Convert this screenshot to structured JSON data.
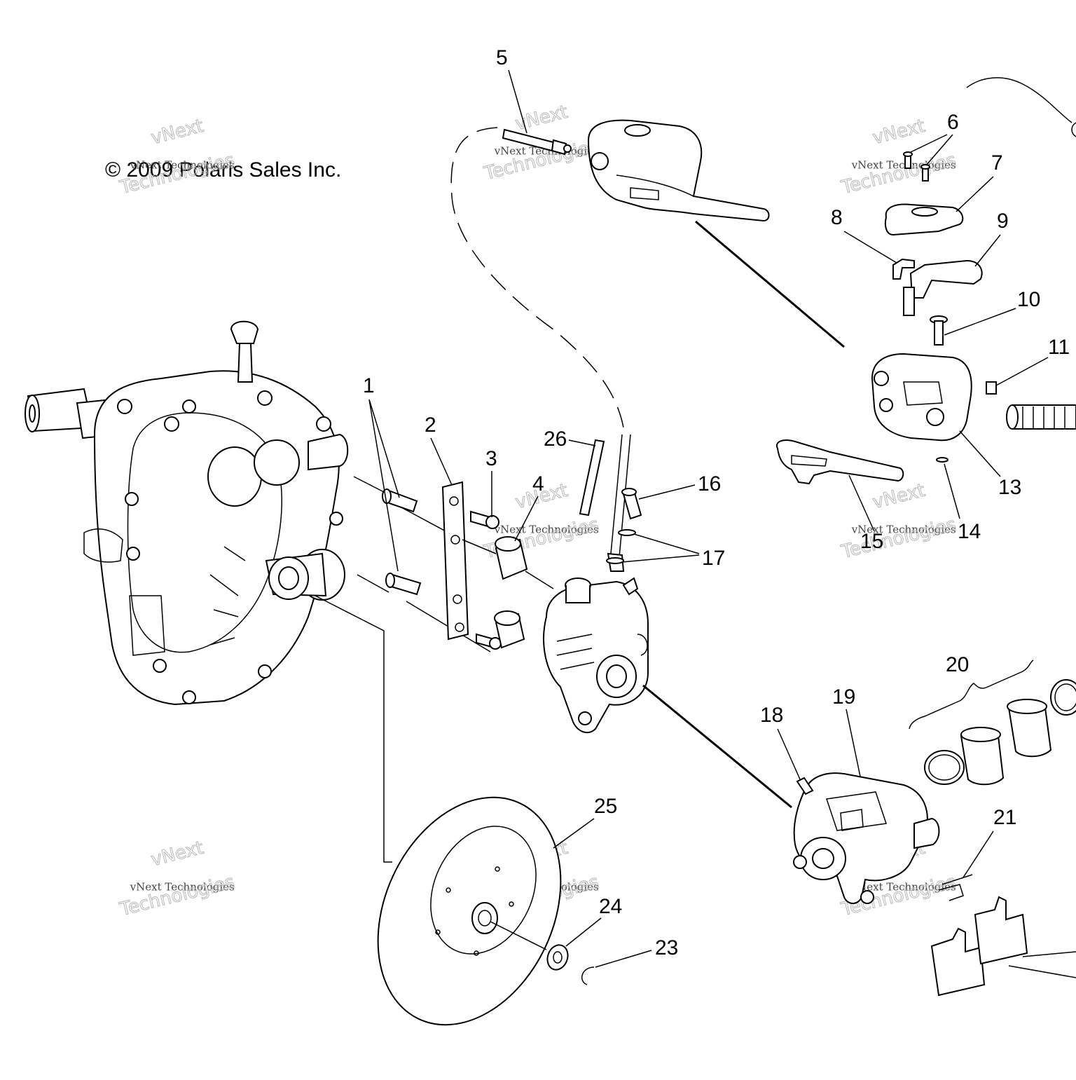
{
  "copyright": "© 2009 Polaris Sales Inc.",
  "watermark": {
    "line1": "vNext",
    "line2": "vNext Technologies",
    "line3": "Technologies"
  },
  "callouts": [
    "1",
    "2",
    "3",
    "4",
    "5",
    "6",
    "7",
    "8",
    "9",
    "10",
    "11",
    "13",
    "14",
    "15",
    "16",
    "17",
    "18",
    "19",
    "20",
    "21",
    "23",
    "24",
    "25",
    "26"
  ],
  "colors": {
    "line": "#000000",
    "background": "#ffffff",
    "watermark": "#b9b9b9"
  }
}
